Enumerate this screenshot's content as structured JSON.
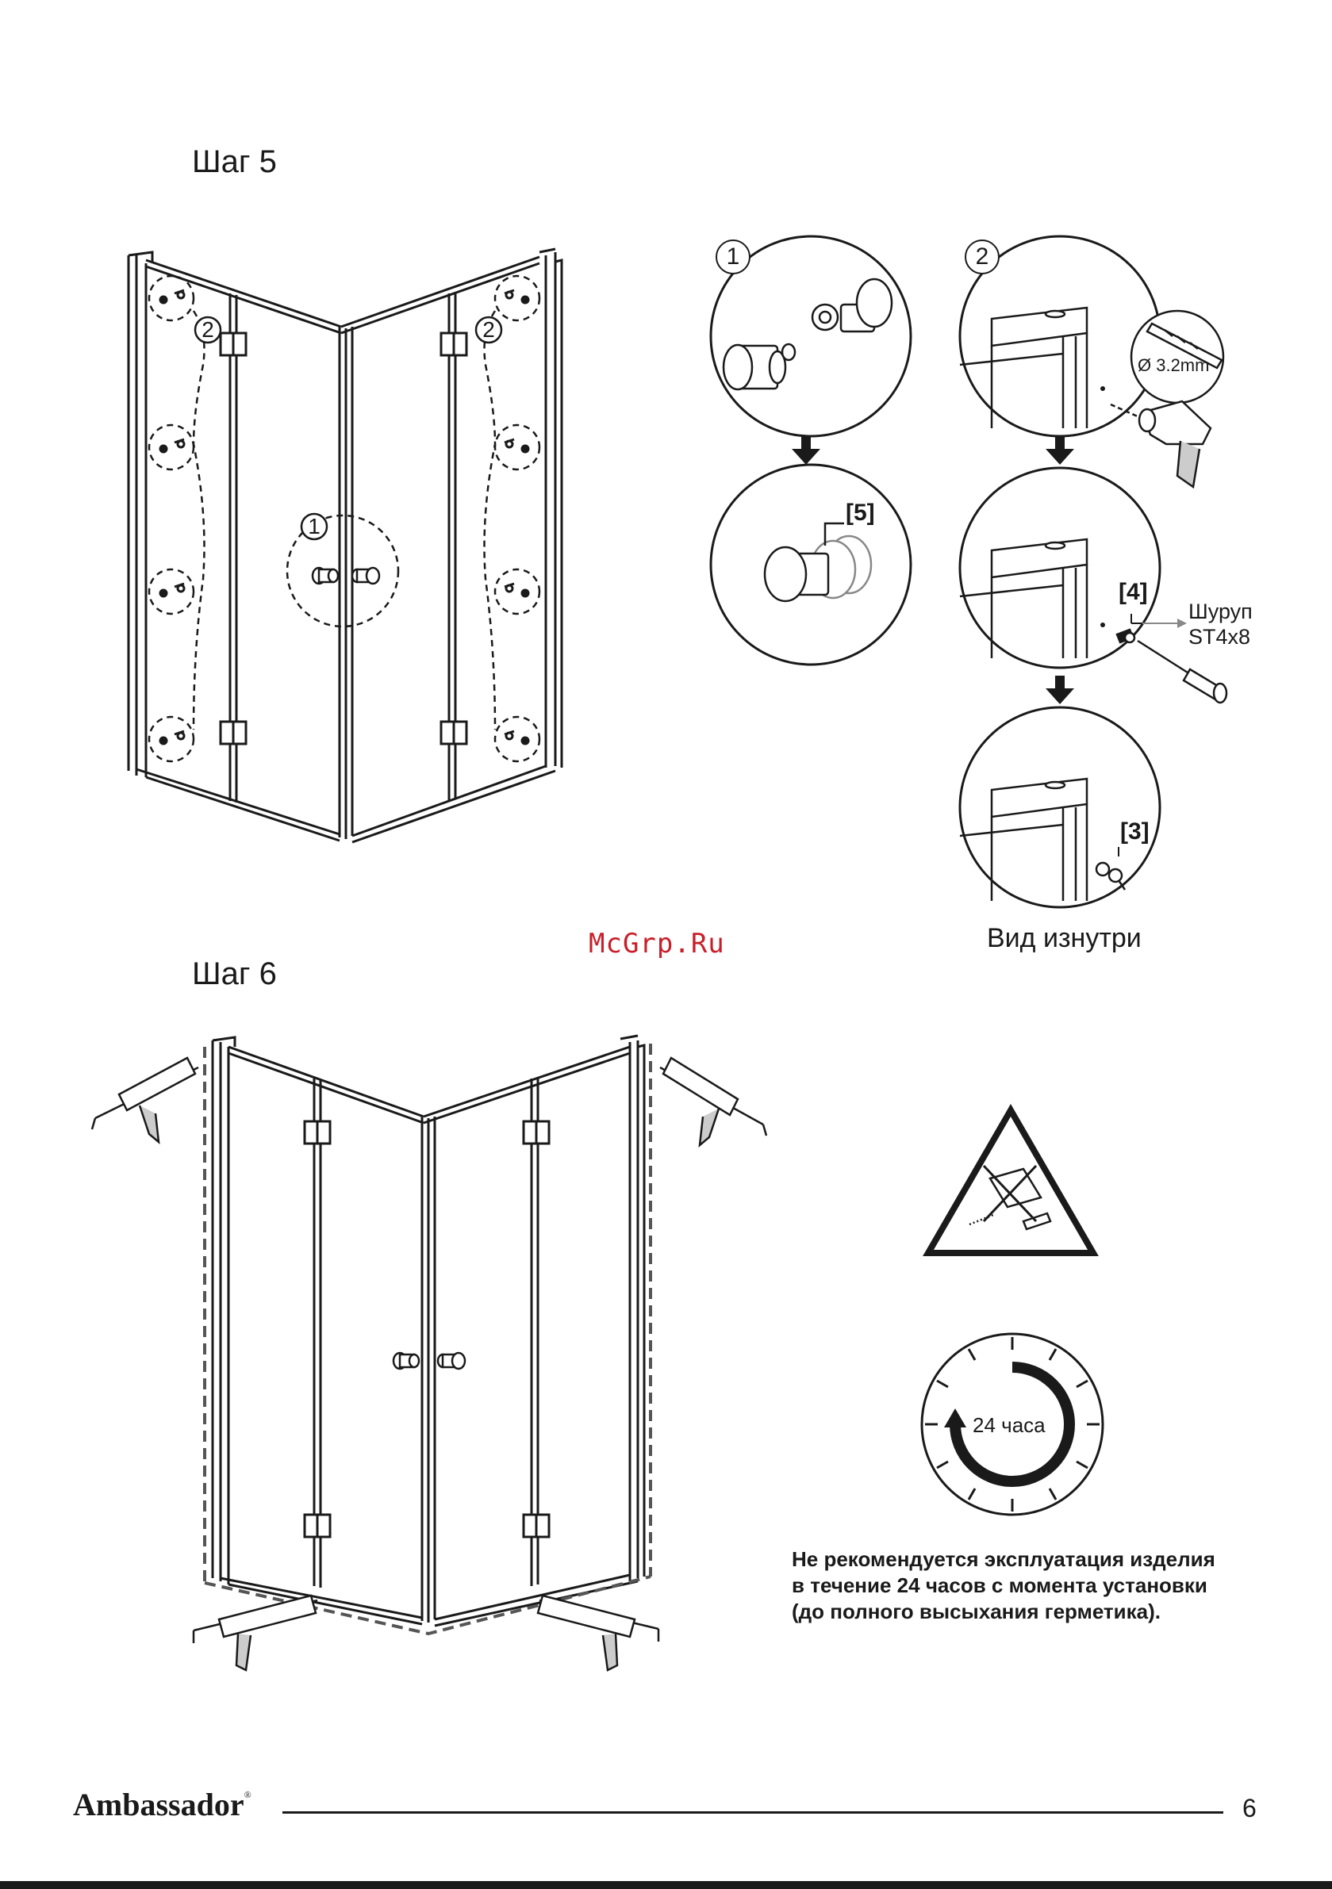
{
  "step5": {
    "title": "Шаг 5",
    "callout_1": "1",
    "callout_2": "2",
    "detail_1": {
      "number": "1",
      "part_label": "[5]"
    },
    "detail_2": {
      "number": "2",
      "drill_size": "Ø 3.2mm",
      "part_label_screw": "[4]",
      "screw_name": "Шуруп",
      "screw_size": "ST4x8",
      "part_label_cap": "[3]",
      "caption": "Вид изнутри"
    }
  },
  "watermark": "McGrp.Ru",
  "step6": {
    "title": "Шаг 6",
    "timer_label": "24 часа",
    "note": "Не рекомендуется эксплуатация изделия\nв течение 24 часов с момента установки\n(до полного высыхания герметика)."
  },
  "footer": {
    "brand": "Ambassador",
    "brand_mark": "®",
    "page_number": "6"
  },
  "icons": [
    "shower-enclosure-diagram",
    "knob-icon",
    "drill-icon",
    "screwdriver-icon",
    "sealant-gun-icon",
    "no-abrasive-warning-icon",
    "clock-24h-icon",
    "arrow-down-icon"
  ],
  "colors": {
    "ink": "#1a1a1a",
    "watermark": "#c8202a",
    "warning_fill": "#ffffff"
  }
}
